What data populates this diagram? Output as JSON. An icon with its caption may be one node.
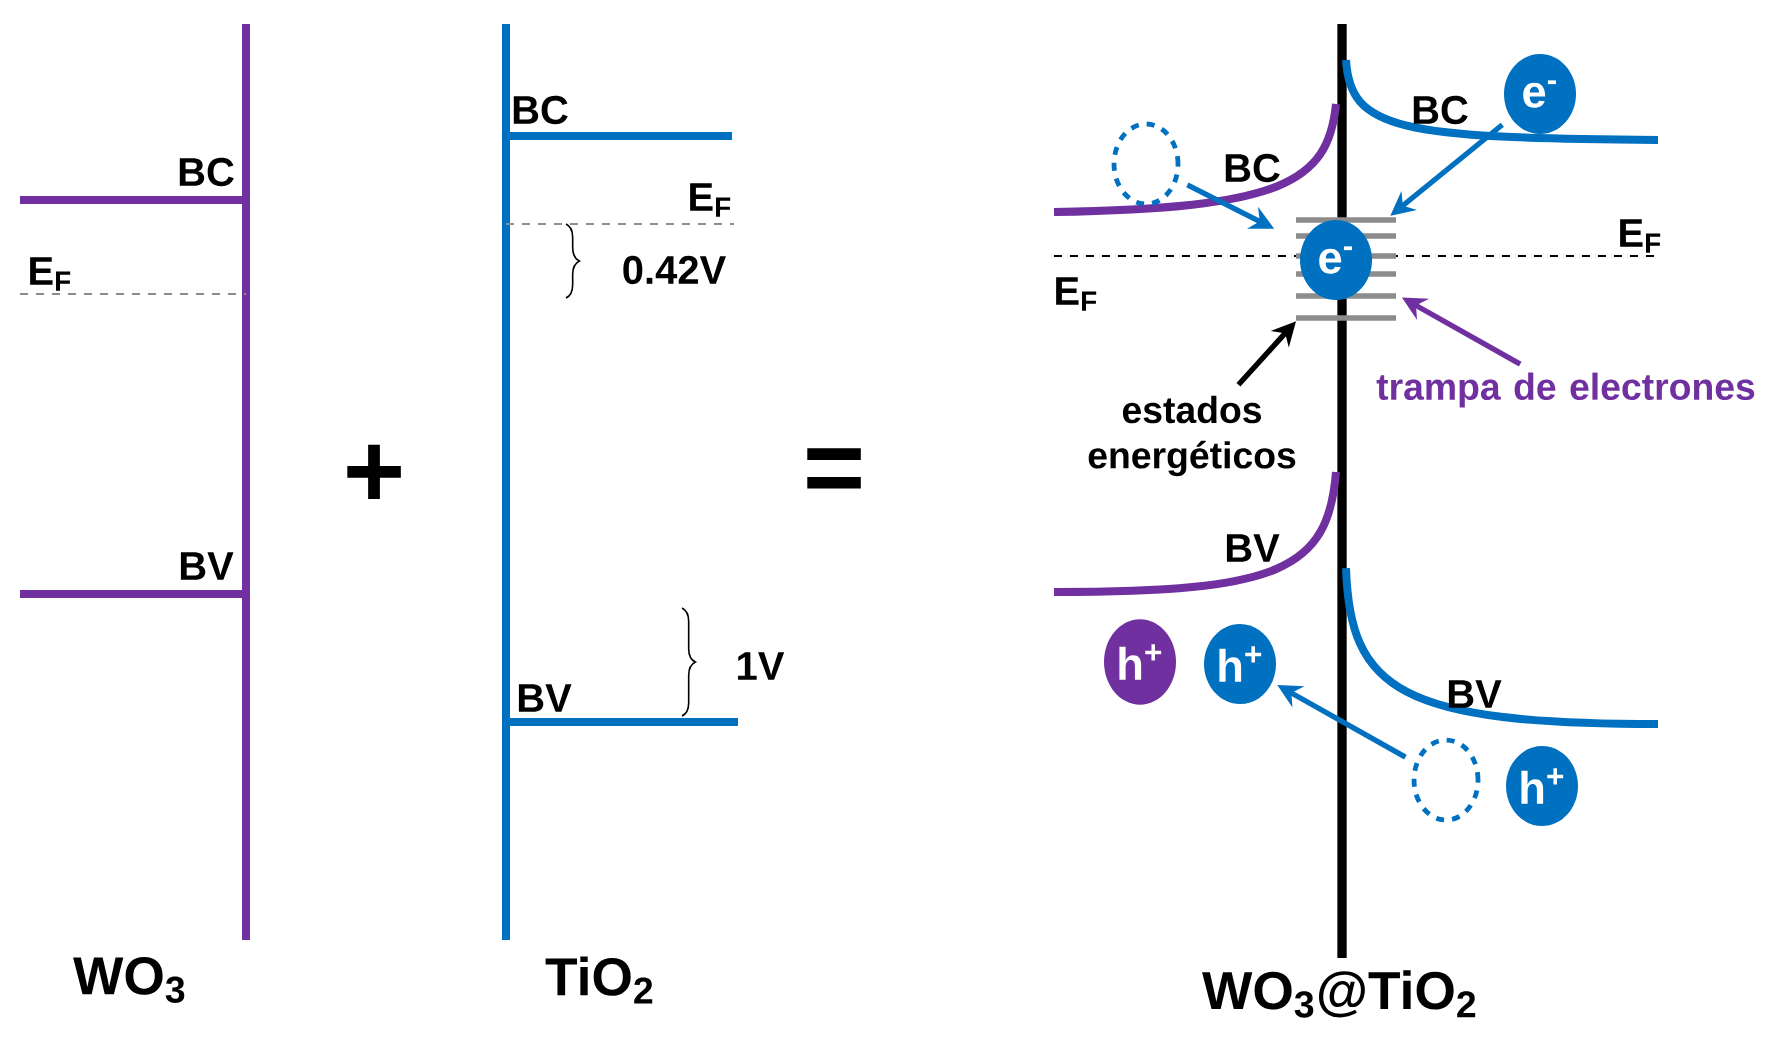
{
  "diagram": {
    "nodes": [
      {
        "text": [
          "e$^{-}$"
        ]
      },
      {
        "text": [
          "e$^{-}$"
        ],
        "in": 8
      },
      {
        "text": [],
        "shape": "circle"
      },
      {
        "text": [
          "h$^{+}$"
        ]
      },
      {
        "text": [
          "h$^{+}$"
        ]
      },
      {
        "text": [],
        "shape": "circle"
      },
      {
        "text": [
          "h$^{+}$"
        ]
      },
      {
        "text": [
          "estados energéticos"
        ]
      },
      {
        "text": [],
        "shape": "bar"
      },
      {
        "text": [
          "trampa de electrones"
        ]
      }
    ],
    "edges": [
      {
        "from": 2,
        "to": 1,
        "arrow": "to"
      },
      {
        "from": 0,
        "to": 1,
        "arrow": "to"
      },
      {
        "from": 5,
        "to": 4,
        "arrow": "to"
      },
      {
        "from": 7,
        "to": 8,
        "arrow": "to",
        "color": "#000000"
      },
      {
        "from": 9,
        "to": 8,
        "arrow": "to",
        "color": "#7030a0"
      }
    ],
    "labels": [
      "BC",
      "E$_{F}$",
      "BV",
      "WO$_{3}$",
      "+",
      "BC",
      "E$_{F}$",
      "0.42V",
      "1V",
      "BV",
      "TiO$_{2}$",
      "=",
      "BC",
      "BC",
      "E$_{F}$",
      "E$_{F}$",
      "BV",
      "BV",
      "WO$_{3}$@TiO$_{2}$"
    ]
  }
}
